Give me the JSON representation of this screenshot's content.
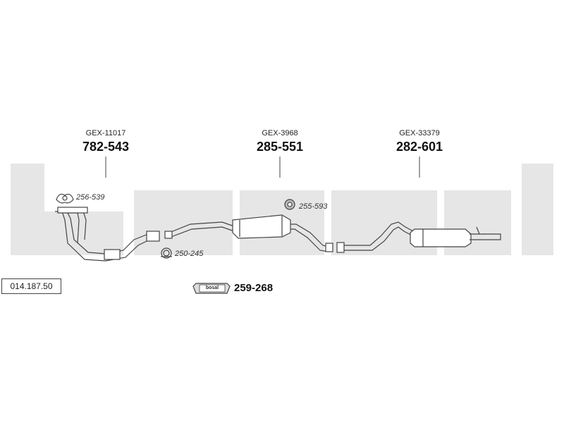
{
  "reference_number": "014.187.50",
  "watermark_text": "bosal",
  "colors": {
    "watermark": "#e6e6e6",
    "line": "#444444",
    "fill": "#ffffff",
    "shade": "#bbbbbb"
  },
  "components": [
    {
      "code": "GEX-11017",
      "part_number": "782-543"
    },
    {
      "code": "GEX-3968",
      "part_number": "285-551"
    },
    {
      "code": "GEX-33379",
      "part_number": "282-601"
    }
  ],
  "accessories": [
    {
      "part_number": "256-539",
      "icon": "gasket-icon"
    },
    {
      "part_number": "250-245",
      "icon": "clamp-ring-icon"
    },
    {
      "part_number": "255-593",
      "icon": "rubber-mount-icon"
    }
  ],
  "kit": {
    "badge_text": "bosal",
    "part_number": "259-268",
    "icon": "mounting-kit-icon"
  }
}
